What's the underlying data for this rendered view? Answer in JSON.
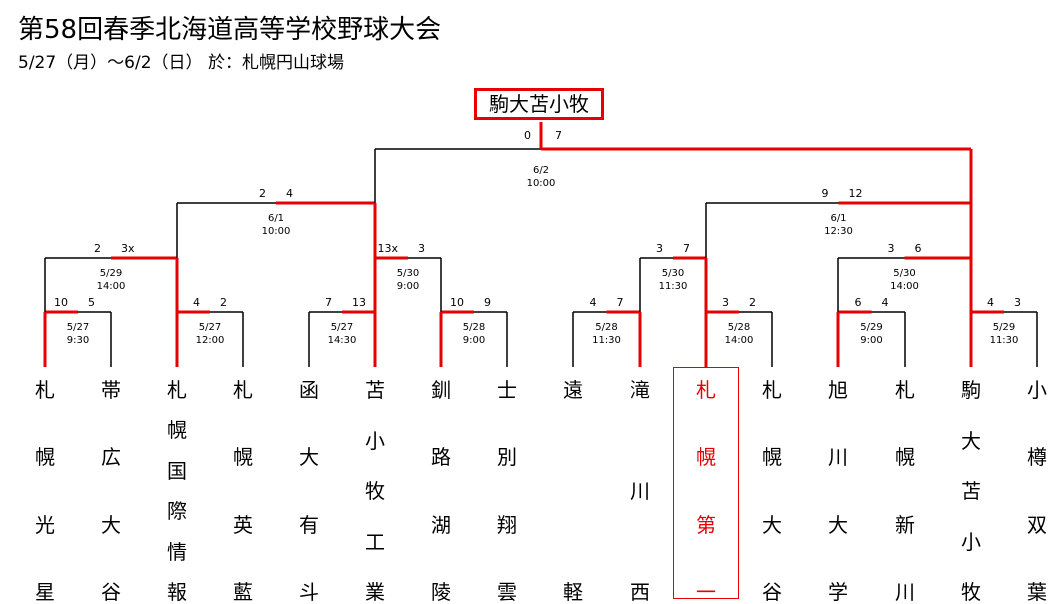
{
  "title": "第58回春季北海道高等学校野球大会",
  "subtitle": "5/27（月）～6/2（日）  於：札幌円山球場",
  "champion": "駒大苫小牧",
  "colors": {
    "win_line": "#e60000",
    "lose_line": "#000000"
  },
  "final": {
    "date": "6/2",
    "time": "10:00",
    "score_left": "0",
    "score_right": "7"
  },
  "semifinals": [
    {
      "date": "6/1",
      "time": "10:00",
      "score_left": "2",
      "score_right": "4"
    },
    {
      "date": "6/1",
      "time": "12:30",
      "score_left": "9",
      "score_right": "12"
    }
  ],
  "quarterfinals": [
    {
      "date": "5/29",
      "time": "14:00",
      "score_left": "2",
      "score_right": "3x"
    },
    {
      "date": "5/30",
      "time": "9:00",
      "score_left": "13x",
      "score_right": "3"
    },
    {
      "date": "5/30",
      "time": "11:30",
      "score_left": "3",
      "score_right": "7"
    },
    {
      "date": "5/30",
      "time": "14:00",
      "score_left": "3",
      "score_right": "6"
    }
  ],
  "first_round": [
    {
      "date": "5/27",
      "time": "9:30",
      "score_left": "10",
      "score_right": "5"
    },
    {
      "date": "5/27",
      "time": "12:00",
      "score_left": "4",
      "score_right": "2"
    },
    {
      "date": "5/27",
      "time": "14:30",
      "score_left": "7",
      "score_right": "13"
    },
    {
      "date": "5/28",
      "time": "9:00",
      "score_left": "10",
      "score_right": "9"
    },
    {
      "date": "5/28",
      "time": "11:30",
      "score_left": "4",
      "score_right": "7"
    },
    {
      "date": "5/28",
      "time": "14:00",
      "score_left": "3",
      "score_right": "2"
    },
    {
      "date": "5/29",
      "time": "9:00",
      "score_left": "6",
      "score_right": "4"
    },
    {
      "date": "5/29",
      "time": "11:30",
      "score_left": "4",
      "score_right": "3"
    }
  ],
  "teams": [
    "札幌光星",
    "帯広大谷",
    "札幌国際情報",
    "札幌英藍",
    "函大有斗",
    "苫小牧工業",
    "釧路湖陵",
    "士別翔雲",
    "遠軽",
    "滝川西",
    "札幌第一",
    "札幌大谷",
    "旭川大学",
    "札幌新川",
    "駒大苫小牧",
    "小樽双葉"
  ]
}
